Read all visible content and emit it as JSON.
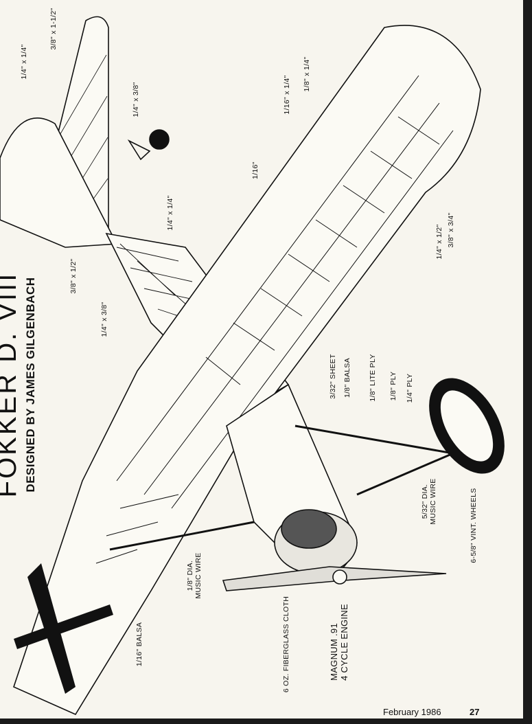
{
  "title": "FOKKER D. VIII",
  "byline": "DESIGNED BY JAMES GILGENBACH",
  "labels": {
    "stab_spar": "1/4\" x 1/4\"",
    "rudder_le": "3/8\" x 1-1/2\"",
    "rudder_rib": "1/4\" x 3/8\"",
    "fuse_diag": "1/4\" x 1/4\"",
    "stab_te": "3/8\" x 1/2\"",
    "fuse_longeron": "1/4\" x 3/8\"",
    "wing_sheet": "1/16\"",
    "wing_rib_cap": "1/16\" x 1/4\"",
    "wing_rib": "1/8\" x 1/4\"",
    "wing_spar_a": "1/4\" x 1/2\"",
    "wing_spar_b": "3/8\" x 3/4\"",
    "sheet": "3/32\" SHEET",
    "balsa": "1/8\" BALSA",
    "lite_ply": "1/8\" LITE PLY",
    "ply_18": "1/8\" PLY",
    "ply_14": "1/4\" PLY",
    "gear_wire_1": "5/32\" DIA.",
    "gear_wire_2": "MUSIC WIRE",
    "wheels": "6-5/8\" VINT. WHEELS",
    "strut_wire_1": "1/8\" DIA.",
    "strut_wire_2": "MUSIC WIRE",
    "lower_balsa": "1/16\" BALSA",
    "fiberglass": "6 OZ. FIBERGLASS CLOTH",
    "engine_1": "MAGNUM .91",
    "engine_2": "4 CYCLE ENGINE"
  },
  "footer": {
    "issue": "February 1986",
    "page": "27"
  }
}
